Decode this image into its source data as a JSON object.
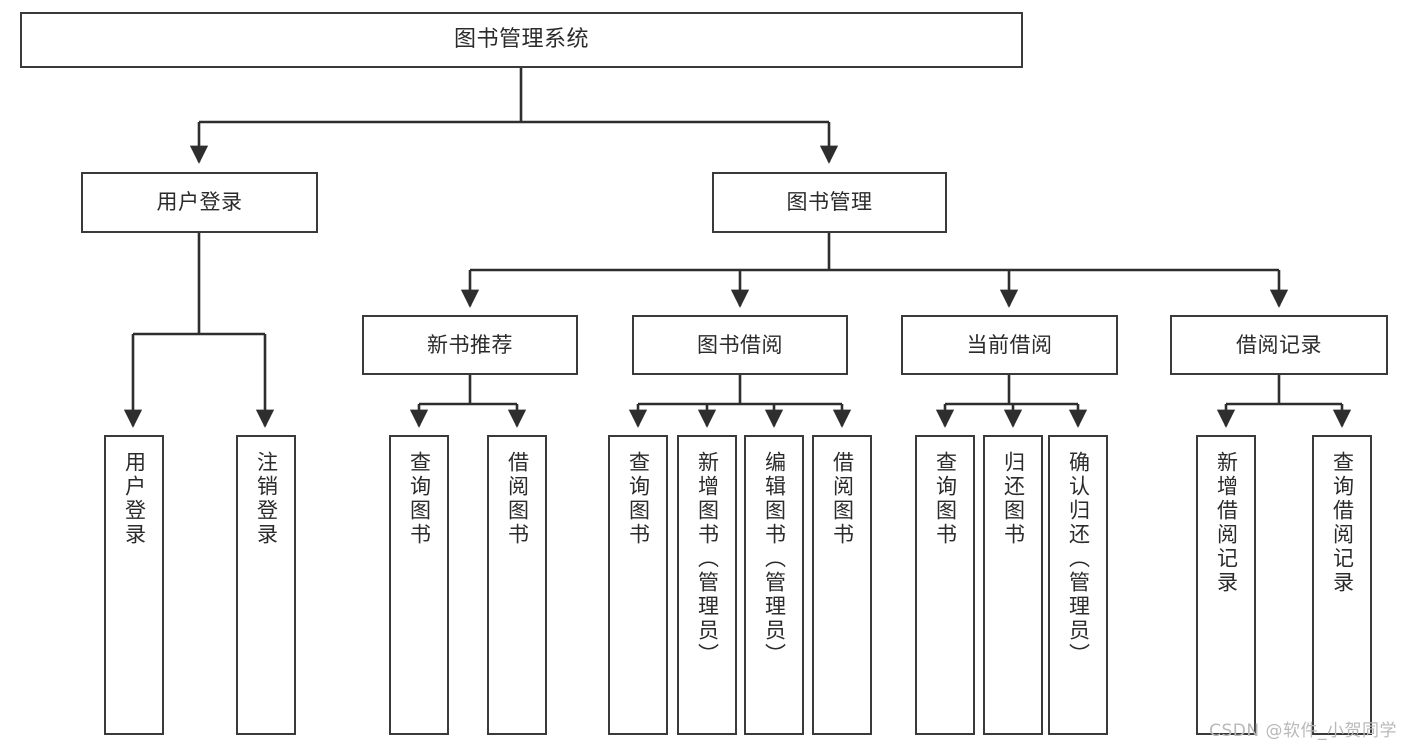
{
  "diagram": {
    "type": "tree-hierarchy-chart",
    "title": "图书管理系统",
    "stroke_color": "#3a3a3a",
    "text_color": "#2b2b2b",
    "background_color": "#ffffff",
    "watermark": "CSDN @软件_小贺同学"
  },
  "nodes": {
    "root": {
      "label": "图书管理系统"
    },
    "level1": [
      {
        "label": "用户登录"
      },
      {
        "label": "图书管理"
      }
    ],
    "level2": [
      {
        "label": "新书推荐"
      },
      {
        "label": "图书借阅"
      },
      {
        "label": "当前借阅"
      },
      {
        "label": "借阅记录"
      }
    ],
    "leaves_user_login": [
      {
        "label": "用户登录"
      },
      {
        "label": "注销登录"
      }
    ],
    "leaves_new_book": [
      {
        "label": "查询图书"
      },
      {
        "label": "借阅图书"
      }
    ],
    "leaves_borrow": [
      {
        "label": "查询图书"
      },
      {
        "label": "新增图书（管理员）"
      },
      {
        "label": "编辑图书（管理员）"
      },
      {
        "label": "借阅图书"
      }
    ],
    "leaves_current": [
      {
        "label": "查询图书"
      },
      {
        "label": "归还图书"
      },
      {
        "label": "确认归还（管理员）"
      }
    ],
    "leaves_record": [
      {
        "label": "新增借阅记录"
      },
      {
        "label": "查询借阅记录"
      }
    ]
  }
}
